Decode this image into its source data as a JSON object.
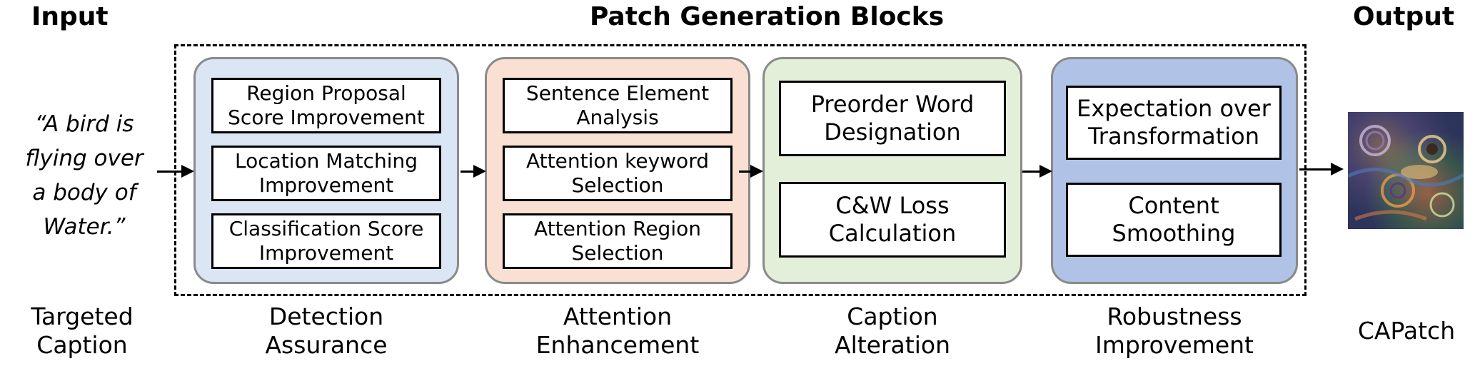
{
  "headings": {
    "input": "Input",
    "blocks": "Patch Generation Blocks",
    "output": "Output"
  },
  "input_text": [
    "“A bird is",
    "flying over",
    "a body of",
    "Water.”"
  ],
  "blocks": [
    {
      "color": "#dbe6f4",
      "items": [
        "Region Proposal Score Improvement",
        "Location Matching Improvement",
        "Classification Score Improvement"
      ],
      "caption": [
        "Detection",
        "Assurance"
      ]
    },
    {
      "color": "#fae0d2",
      "items": [
        "Sentence Element Analysis",
        "Attention keyword Selection",
        "Attention Region Selection"
      ],
      "caption": [
        "Attention",
        "Enhancement"
      ]
    },
    {
      "color": "#e3efd8",
      "items": [
        "Preorder Word Designation",
        "C&W Loss Calculation"
      ],
      "caption": [
        "Caption",
        "Alteration"
      ]
    },
    {
      "color": "#b0c3e6",
      "items": [
        "Expectation over Transformation",
        "Content Smoothing"
      ],
      "caption": [
        "Robustness",
        "Improvement"
      ]
    }
  ],
  "bottom_left_caption": [
    "Targeted",
    "Caption"
  ],
  "bottom_right_caption": "CAPatch",
  "output_image_icon": "adversarial-patch-image"
}
